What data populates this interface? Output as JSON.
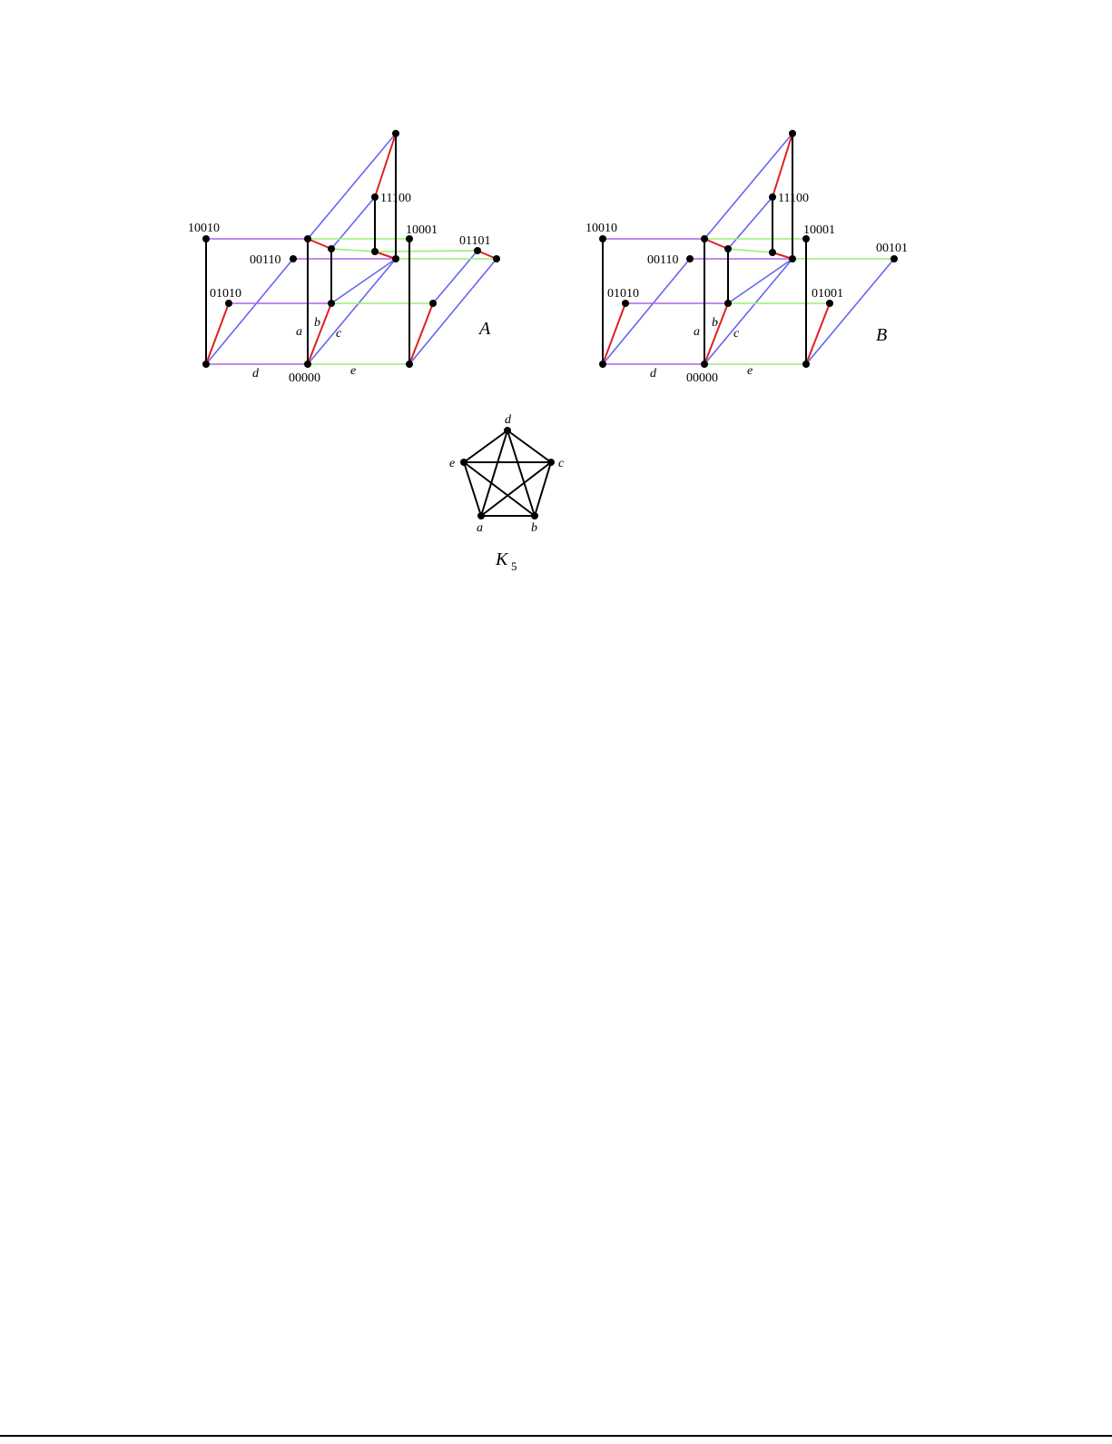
{
  "colors": {
    "black": "#000000",
    "red": "#e02020",
    "blue": "#6666ee",
    "violet": "#b060e8",
    "green": "#99ee77"
  },
  "diagram_a": {
    "name": "A",
    "labels": {
      "n11100": "11100",
      "n10010": "10010",
      "n10001": "10001",
      "n01101": "01101",
      "n00110": "00110",
      "n01010": "01010",
      "n00000": "00000"
    },
    "edge_letters": {
      "a": "a",
      "b": "b",
      "c": "c",
      "d": "d",
      "e": "e"
    }
  },
  "diagram_b": {
    "name": "B",
    "labels": {
      "n11100": "11100",
      "n10010": "10010",
      "n10001": "10001",
      "n00101": "00101",
      "n00110": "00110",
      "n01010": "01010",
      "n01001": "01001",
      "n00000": "00000"
    },
    "edge_letters": {
      "a": "a",
      "b": "b",
      "c": "c",
      "d": "d",
      "e": "e"
    }
  },
  "k5": {
    "name": "K",
    "subscript": "5",
    "vertices": {
      "a": "a",
      "b": "b",
      "c": "c",
      "d": "d",
      "e": "e"
    }
  }
}
